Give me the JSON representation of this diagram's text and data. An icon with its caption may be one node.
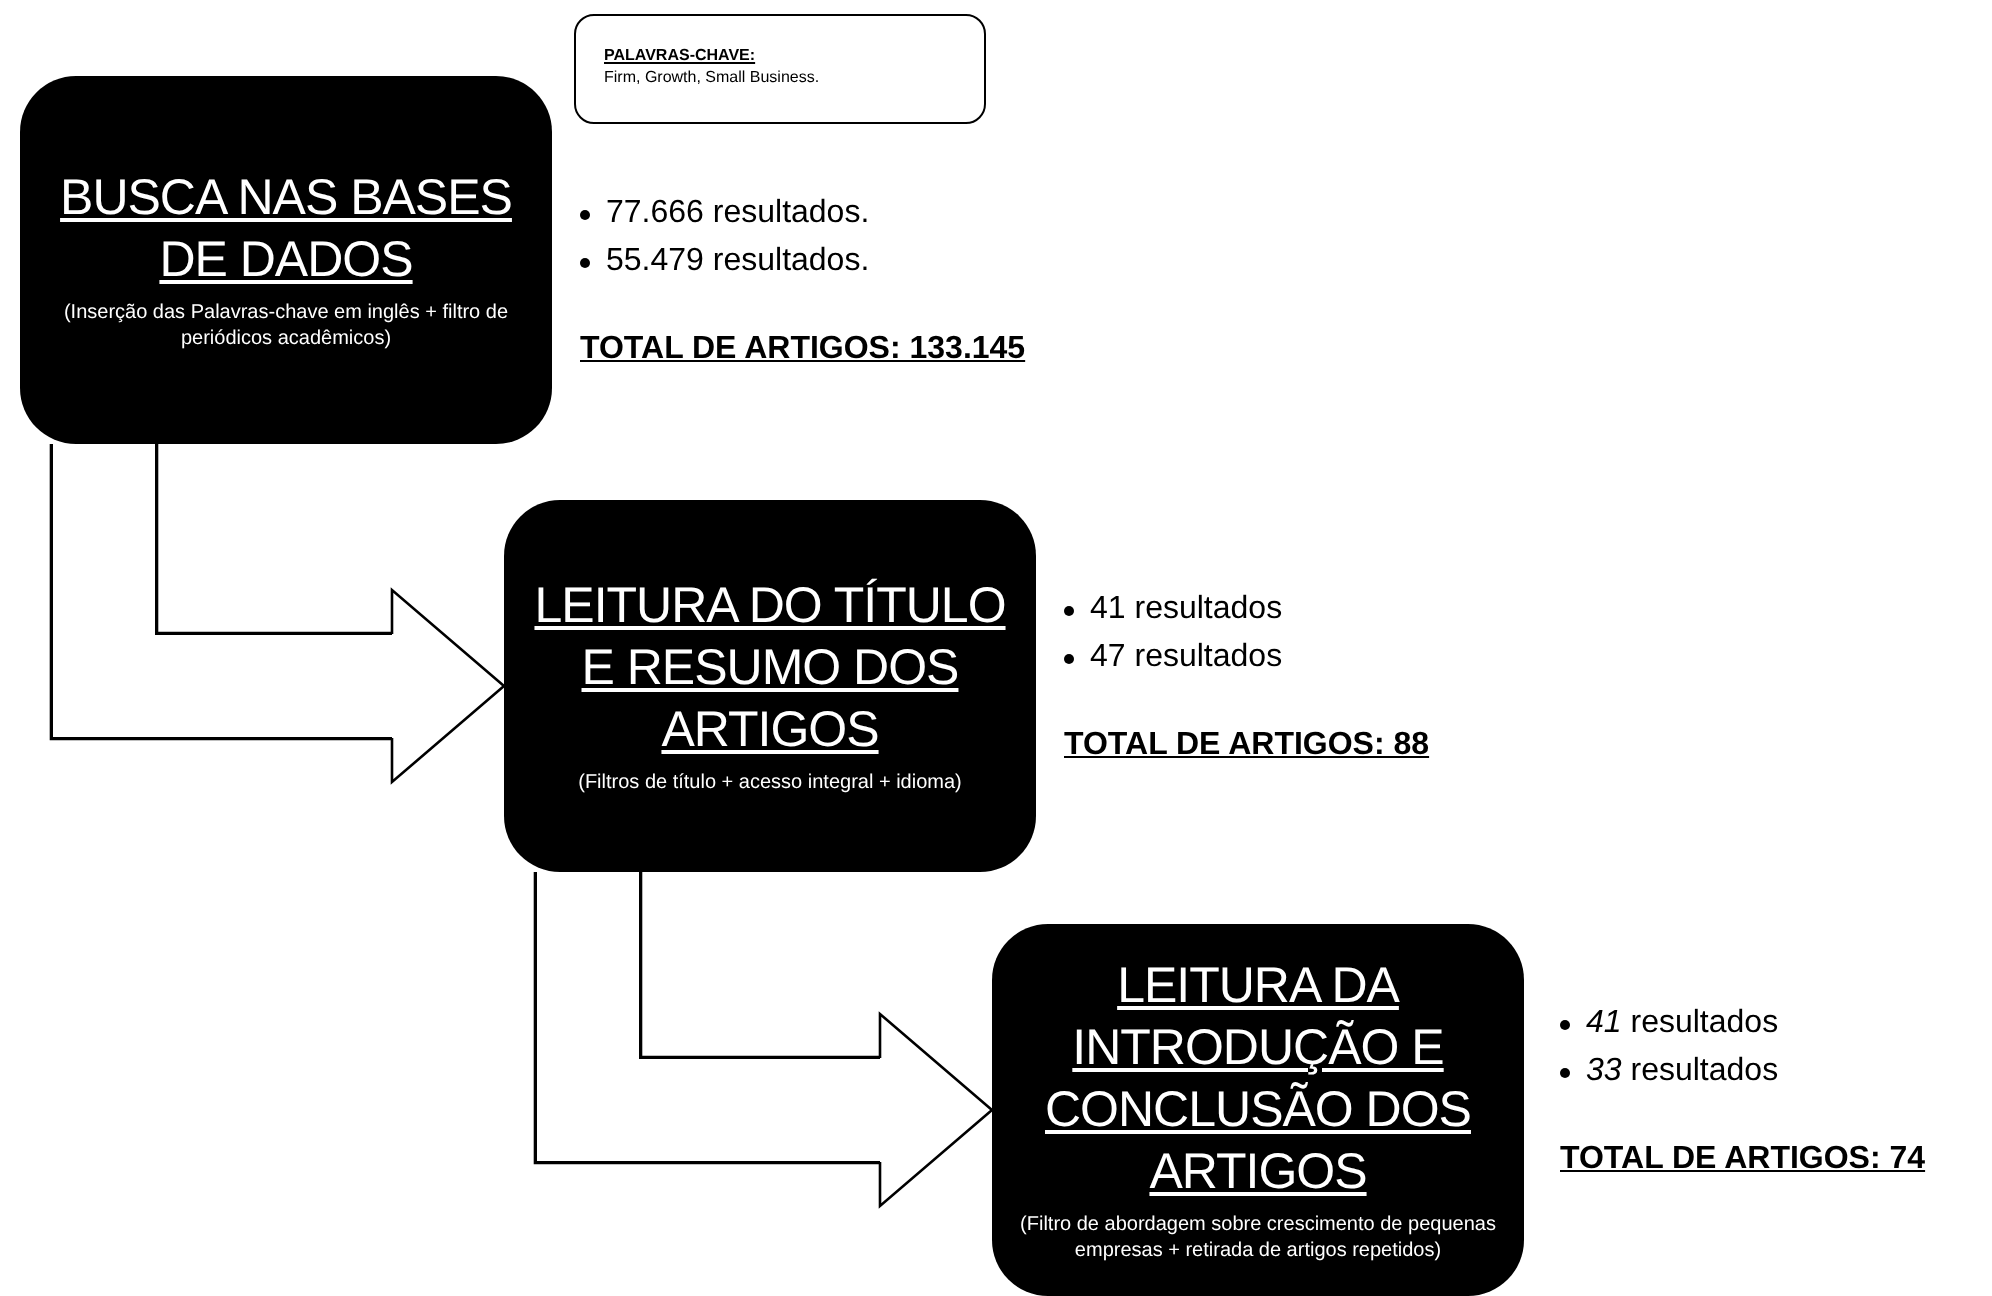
{
  "diagram": {
    "nodes": [
      {
        "text": [
          "PALAVRAS-CHAVE:",
          "Firm, Growth, Small Business."
        ]
      },
      {
        "text": [
          "BUSCA NAS BASES DE DADOS",
          "(Inserção das Palavras-chave em inglês + filtro de periódicos acadêmicos)"
        ],
        "beside": [
          "77.666 resultados.",
          "55.479 resultados.",
          "TOTAL DE ARTIGOS: 133.145"
        ]
      },
      {
        "text": [
          "LEITURA DO TÍTULO E RESUMO DOS ARTIGOS",
          "(Filtros de título + acesso integral + idioma)"
        ],
        "beside": [
          "41 resultados",
          "47 resultados",
          "TOTAL DE ARTIGOS: 88"
        ]
      },
      {
        "text": [
          "LEITURA DA INTRODUÇÃO E CONCLUSÃO DOS ARTIGOS",
          "(Filtro de abordagem sobre crescimento de pequenas empresas + retirada de artigos repetidos)"
        ],
        "beside": [
          "*41* resultados",
          "*33* resultados",
          "TOTAL DE ARTIGOS: 74"
        ]
      }
    ],
    "edges": [
      {
        "from": 1,
        "to": 2,
        "arrow": "to"
      },
      {
        "from": 2,
        "to": 3,
        "arrow": "to"
      }
    ]
  }
}
